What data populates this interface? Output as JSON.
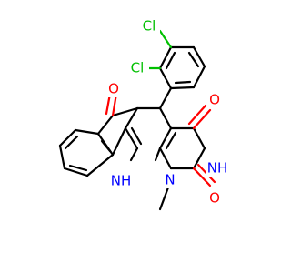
{
  "molecule": {
    "atom_labels": {
      "cl_upper": "Cl",
      "cl_lower": "Cl",
      "o_ketone": "O",
      "o_c4": "O",
      "o_c2": "O",
      "nh_ring": "NH",
      "nh_indole": "NH",
      "n_methyl": "N"
    },
    "colors": {
      "carbon": "#000000",
      "oxygen": "#ff0000",
      "nitrogen": "#0000ff",
      "chlorine": "#00c000"
    }
  }
}
